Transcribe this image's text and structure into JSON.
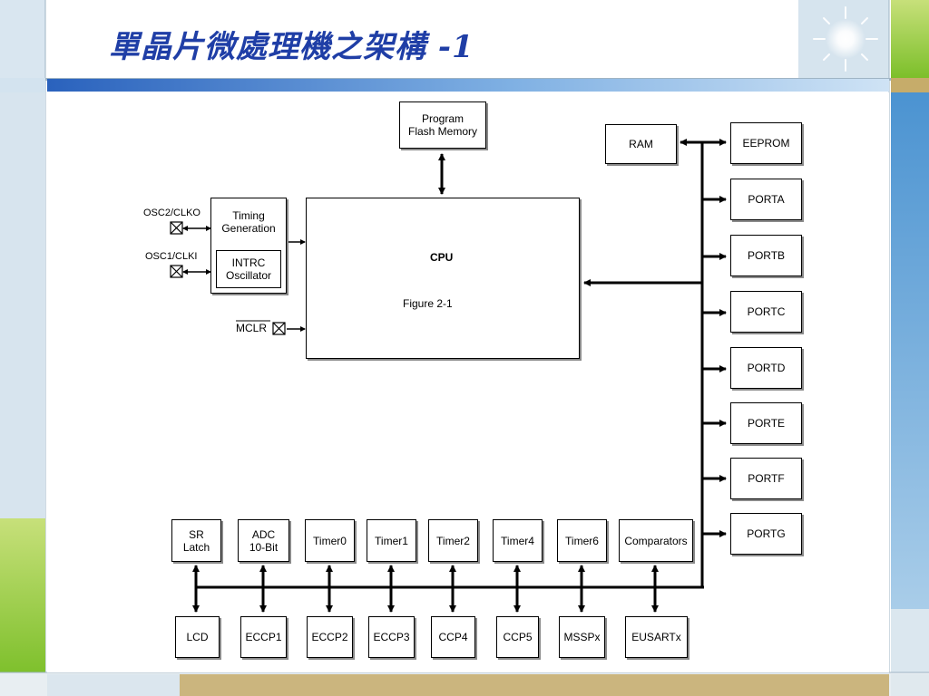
{
  "slide": {
    "title": "單晶片微處理機之架構 -1",
    "colors": {
      "title": "#1f3ea6",
      "band": "#2e6fc4",
      "green": "#8cc63f",
      "blue": "#5aa0d8",
      "lightblue": "#cfe0ee",
      "tan": "#c9b47a"
    }
  },
  "diagram": {
    "program_memory": "Program\nFlash Memory",
    "ram": "RAM",
    "eeprom": "EEPROM",
    "ports": [
      "PORTA",
      "PORTB",
      "PORTC",
      "PORTD",
      "PORTE",
      "PORTF",
      "PORTG"
    ],
    "timing_generation": "Timing\nGeneration",
    "intrc": "INTRC\nOscillator",
    "osc2": "OSC2/CLKO",
    "osc1": "OSC1/CLKI",
    "mclr": "MCLR",
    "cpu_label": "CPU",
    "figure_label": "Figure 2-1",
    "top_peripherals": [
      "SR\nLatch",
      "ADC\n10-Bit",
      "Timer0",
      "Timer1",
      "Timer2",
      "Timer4",
      "Timer6",
      "Comparators"
    ],
    "bottom_peripherals": [
      "LCD",
      "ECCP1",
      "ECCP2",
      "ECCP3",
      "CCP4",
      "CCP5",
      "MSSPx",
      "EUSARTx"
    ]
  }
}
